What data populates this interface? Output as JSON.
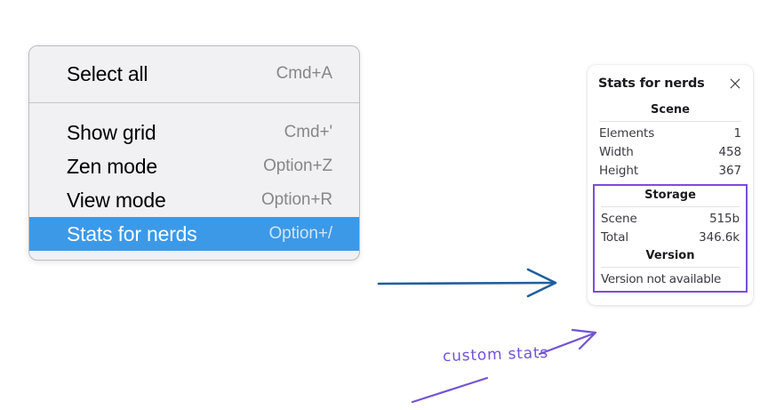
{
  "context_menu": {
    "sections": [
      {
        "items": [
          {
            "label": "Select all",
            "shortcut": "Cmd+A",
            "selected": false
          }
        ]
      },
      {
        "items": [
          {
            "label": "Show grid",
            "shortcut": "Cmd+'",
            "selected": false
          },
          {
            "label": "Zen mode",
            "shortcut": "Option+Z",
            "selected": false
          },
          {
            "label": "View mode",
            "shortcut": "Option+R",
            "selected": false
          },
          {
            "label": "Stats for nerds",
            "shortcut": "Option+/",
            "selected": true
          }
        ]
      }
    ],
    "highlight_color": "#3b99e8"
  },
  "stats_panel": {
    "title": "Stats for nerds",
    "close_icon": "close-icon",
    "scene": {
      "header": "Scene",
      "rows": [
        {
          "key": "Elements",
          "value": "1"
        },
        {
          "key": "Width",
          "value": "458"
        },
        {
          "key": "Height",
          "value": "367"
        }
      ]
    },
    "storage": {
      "header": "Storage",
      "rows": [
        {
          "key": "Scene",
          "value": "515b"
        },
        {
          "key": "Total",
          "value": "346.6k"
        }
      ]
    },
    "version": {
      "header": "Version",
      "text": "Version not available"
    },
    "highlight_color": "#7c4ddb"
  },
  "annotations": {
    "custom_stats_label": "custom stats",
    "arrow_blue_color": "#1f5f9e",
    "arrow_purple_color": "#7254d6"
  }
}
